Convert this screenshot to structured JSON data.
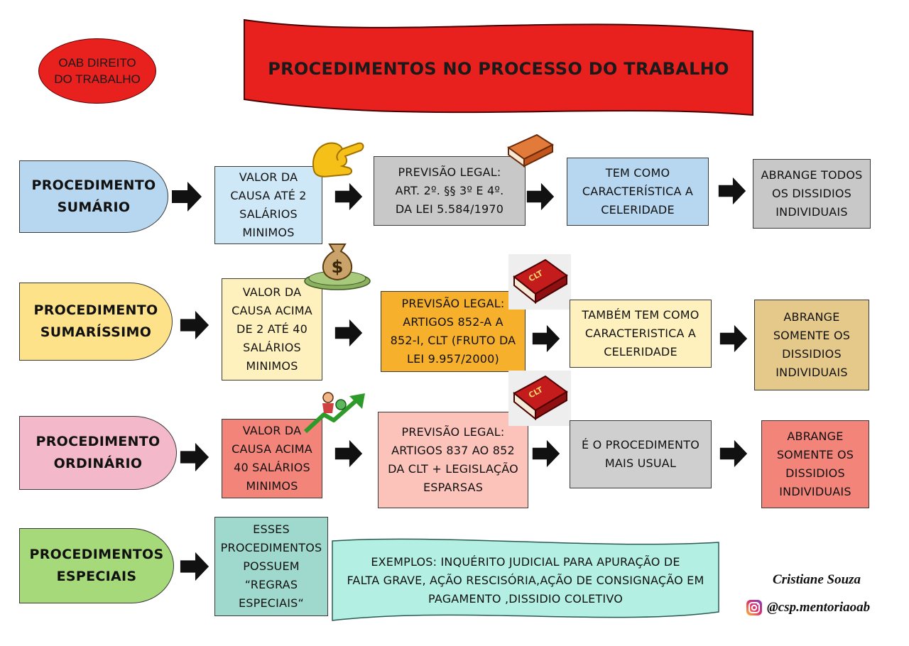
{
  "badge": {
    "line1": "OAB DIREITO",
    "line2": "DO TRABALHO"
  },
  "title": "PROCEDIMENTOS NO PROCESSO DO TRABALHO",
  "rows": [
    {
      "procedure": [
        "PROCEDIMENTO",
        "SUMÁRIO"
      ],
      "value": [
        "VALOR DA",
        "CAUSA ATÉ 2",
        "SALÁRIOS",
        "MINIMOS"
      ],
      "legal": [
        "PREVISÃO LEGAL:",
        "ART. 2º. §§ 3º E 4º.",
        "DA LEI 5.584/1970"
      ],
      "feature": [
        "TEM COMO",
        "CARACTERÍSTICA A",
        "CELERIDADE"
      ],
      "scope": [
        "ABRANGE TODOS",
        "OS DISSIDIOS",
        "INDIVIDUAIS"
      ]
    },
    {
      "procedure": [
        "PROCEDIMENTO",
        "SUMARÍSSIMO"
      ],
      "value": [
        "VALOR DA",
        "CAUSA  ACIMA",
        "DE 2 ATÉ 40",
        "SALÁRIOS",
        "MINIMOS"
      ],
      "legal": [
        "PREVISÃO LEGAL:",
        "ARTIGOS 852-A A",
        "852-I, CLT (FRUTO DA",
        "LEI 9.957/2000)"
      ],
      "feature": [
        "TAMBÉM TEM COMO",
        "CARACTERISTICA A",
        "CELERIDADE"
      ],
      "scope": [
        "ABRANGE",
        "SOMENTE OS",
        "DISSIDIOS",
        "INDIVIDUAIS"
      ]
    },
    {
      "procedure": [
        "PROCEDIMENTO",
        "ORDINÁRIO"
      ],
      "value": [
        "VALOR DA",
        "CAUSA ACIMA",
        "40 SALÁRIOS",
        "MINIMOS"
      ],
      "legal": [
        "PREVISÃO LEGAL:",
        "ARTIGOS 837 AO 852",
        "DA CLT + LEGISLAÇÃO",
        "ESPARSAS"
      ],
      "feature": [
        "É O PROCEDIMENTO",
        "MAIS USUAL"
      ],
      "scope": [
        "ABRANGE",
        "SOMENTE OS",
        "DISSIDIOS",
        "INDIVIDUAIS"
      ]
    }
  ],
  "special": {
    "procedure": [
      "PROCEDIMENTOS",
      "ESPECIAIS"
    ],
    "rules": [
      "ESSES",
      "PROCEDIMENTOS",
      "POSSUEM",
      "“REGRAS",
      "ESPECIAIS“"
    ],
    "examples": [
      "EXEMPLOS: INQUÉRITO JUDICIAL PARA APURAÇÃO DE",
      "FALTA GRAVE, AÇÃO RESCISÓRIA,AÇÃO DE CONSIGNAÇÃO EM",
      "PAGAMENTO ,DISSIDIO COLETIVO"
    ]
  },
  "book_label": "CLT",
  "money_symbol": "$",
  "author": "Cristiane Souza",
  "instagram": "@csp.mentoriaoab",
  "colors": {
    "title_red": "#e8201e",
    "sumario_proc": "#b6d7ef",
    "sumario_value": "#cfe8f7",
    "legal_gray": "#c8c8c8",
    "sumarissimo_proc": "#fde28a",
    "sumarissimo_value": "#fff1bd",
    "sumarissimo_legal": "#f6b02b",
    "sumarissimo_feature": "#fff1bd",
    "sumarissimo_scope": "#e5c98a",
    "ordinario_proc": "#f3b8c9",
    "ordinario_value": "#f3847a",
    "ordinario_legal": "#fcc3bb",
    "ordinario_feature": "#cfcfcf",
    "ordinario_scope": "#f3847a",
    "especiais_proc": "#a6d97a",
    "especiais_rules": "#9fd8cc",
    "especiais_examples": "#b3f0e3"
  }
}
